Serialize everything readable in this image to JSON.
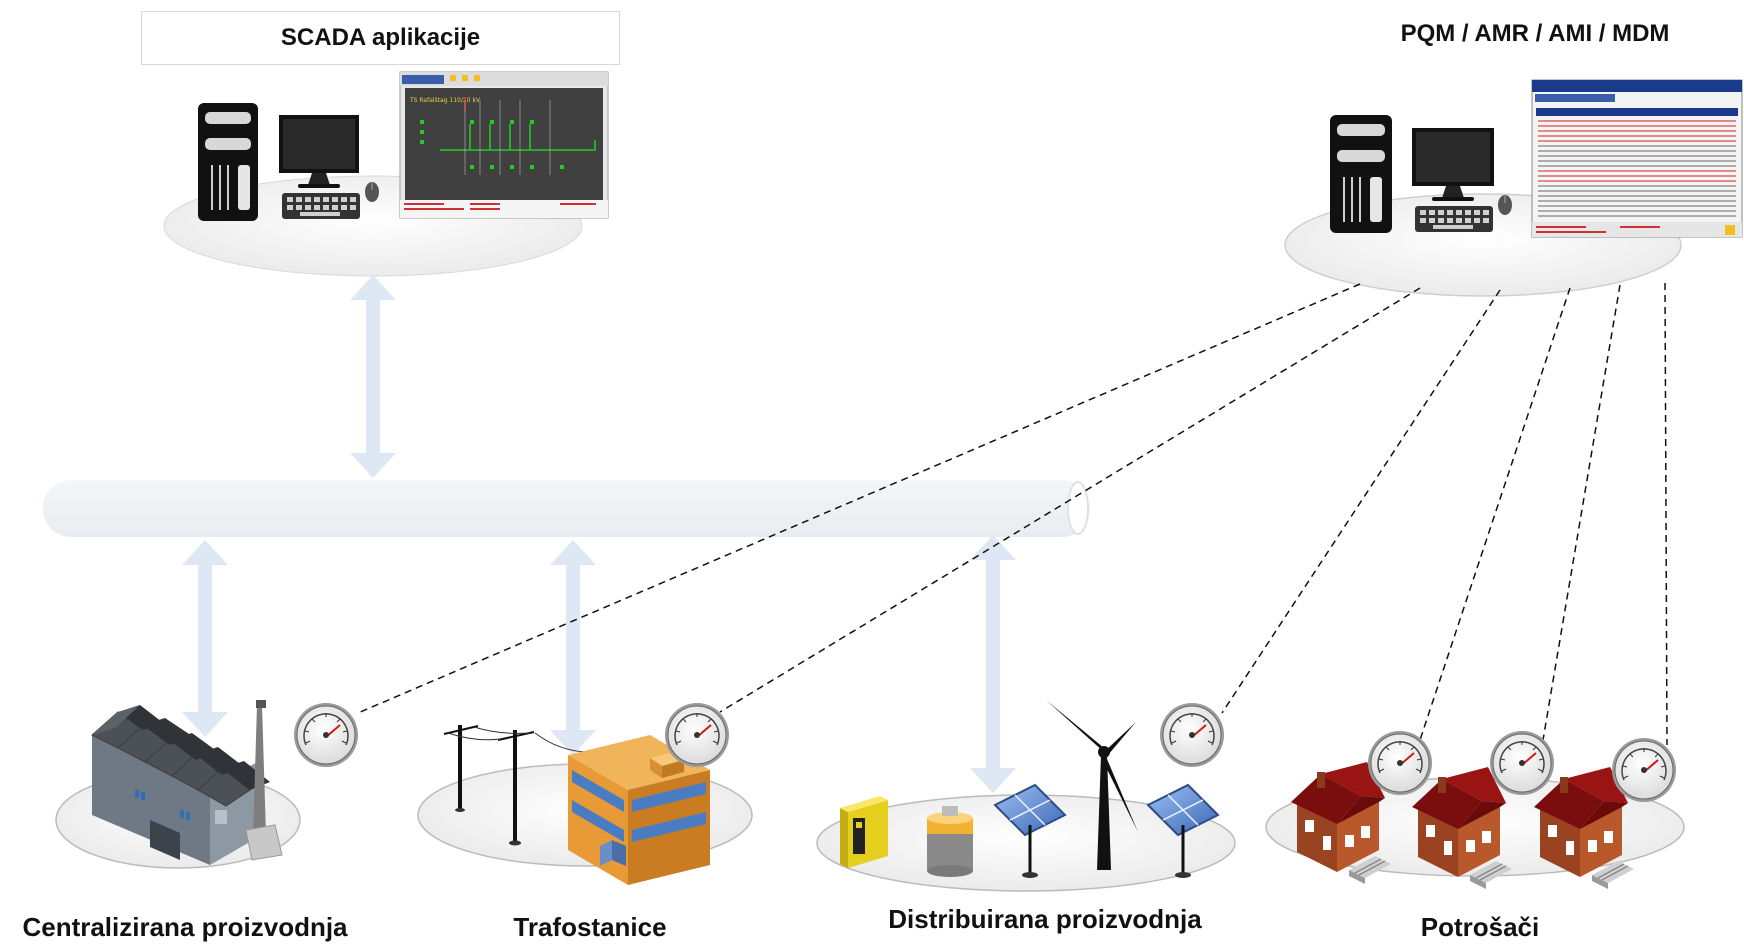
{
  "titles": {
    "scada": "SCADA aplikacije",
    "pqm": "PQM / AMR / AMI / MDM"
  },
  "labels": {
    "centralizirana": "Centralizirana proizvodnja",
    "trafostanice": "Trafostanice",
    "distribuirana": "Distribuirana proizvodnja",
    "potrosaci": "Potrošači"
  },
  "screens": {
    "scada_screen_caption": "TS Rafalštag 110/20 kV"
  },
  "colors": {
    "arrow": "#dde8f4",
    "bus": "#eef1f4",
    "platform": "#f2f2f2",
    "dashed_link": "#111111",
    "factory_roof": "#555a60",
    "house_roof": "#8b1111",
    "house_wall": "#b5562a",
    "building": "#e7a74a",
    "window": "#4a7cc4",
    "solar_panel": "#5b86d6",
    "battery_cap": "#f2b233",
    "inverter": "#f4e03a"
  }
}
